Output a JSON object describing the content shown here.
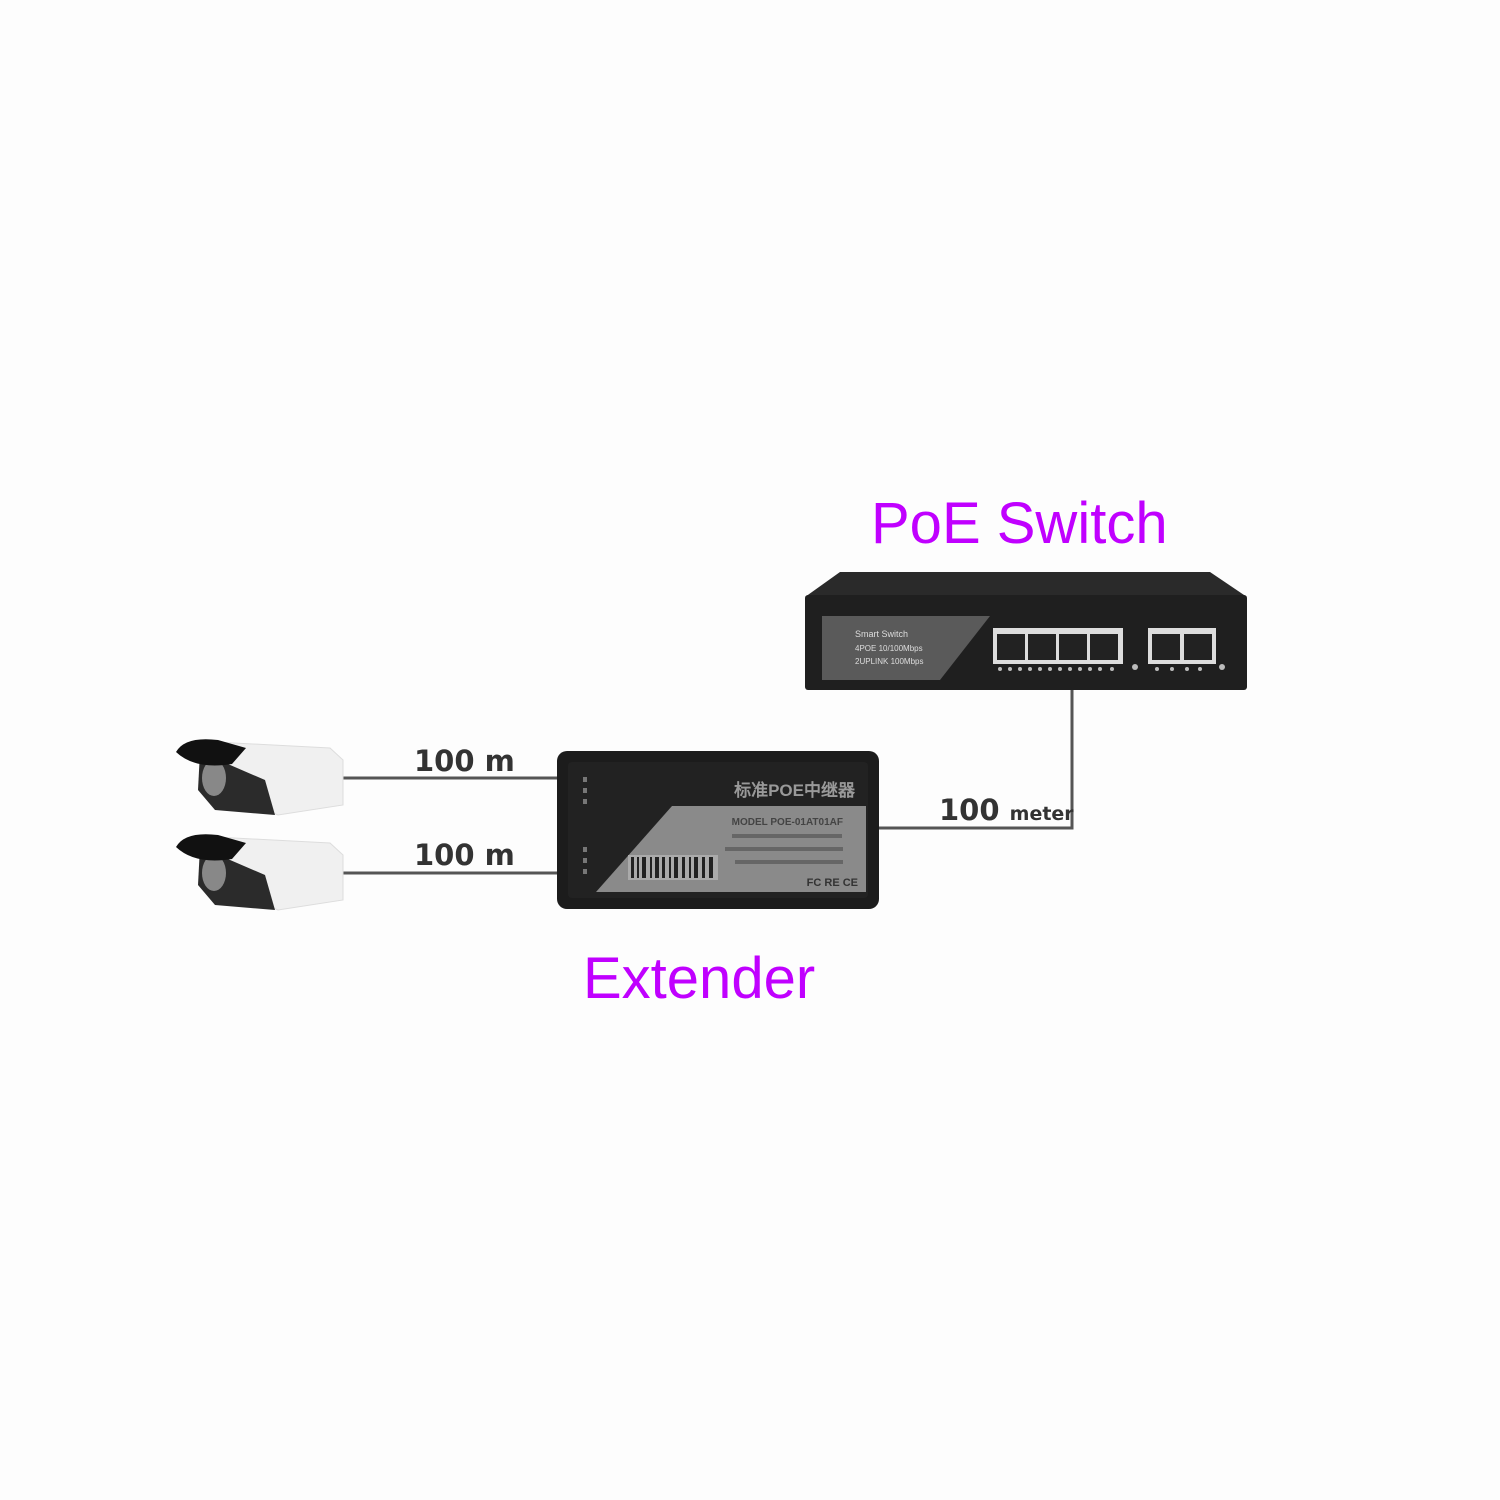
{
  "labels": {
    "switch": "PoE Switch",
    "extender": "Extender"
  },
  "distances": {
    "camera1": {
      "value": "100",
      "unit": "m"
    },
    "camera2": {
      "value": "100",
      "unit": "m"
    },
    "switch_to_extender": {
      "value": "100",
      "unit": "meter"
    }
  },
  "switch_panel": {
    "line1": "Smart Switch",
    "line2": "4POE 10/100Mbps",
    "line3": "2UPLINK 100Mbps"
  },
  "extender_panel": {
    "title": "标准POE中继器",
    "model": "MODEL POE-01AT01AF",
    "marks": "FC  RE  CE"
  },
  "colors": {
    "label": "#c000ff",
    "device": "#1f1f1f",
    "cable": "#555555"
  }
}
